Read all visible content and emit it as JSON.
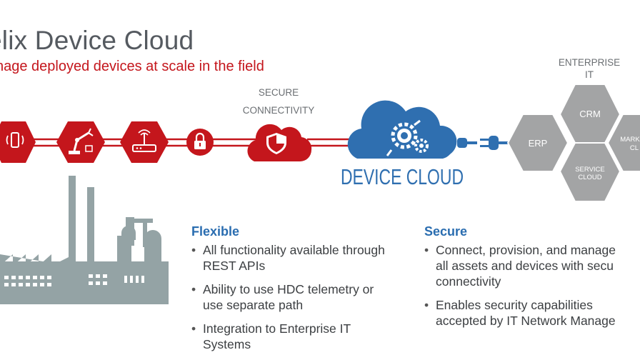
{
  "header": {
    "title": "elix Device Cloud",
    "subtitle": "nage deployed devices at scale in the field"
  },
  "diagram": {
    "secure_caption_line1": "SECURE",
    "secure_caption_line2": "CONNECTIVITY",
    "cloud_label": "DEVICE CLOUD",
    "enterprise_caption_line1": "ENTERPRISE",
    "enterprise_caption_line2": "IT",
    "hex_erp": "ERP",
    "hex_crm": "CRM",
    "hex_service_line1": "SERVICE",
    "hex_service_line2": "CLOUD",
    "hex_marketing_line1": "MARK",
    "hex_marketing_line2": "CL",
    "icons": [
      "device-icon",
      "robot-arm-icon",
      "router-icon",
      "lock-icon",
      "shield-icon",
      "gear-icon",
      "plug-icon",
      "factory-icon"
    ],
    "colors": {
      "brand_red": "#c4161c",
      "cloud_blue": "#2f6fb0",
      "hex_gray": "#a3a4a5",
      "factory_gray": "#94a3a5",
      "heading_blue": "#2a6db0"
    }
  },
  "flexible": {
    "heading": "Flexible",
    "bullets": [
      {
        "line1": "All functionality available through",
        "line2": "REST APIs"
      },
      {
        "line1": "Ability to use HDC telemetry or",
        "line2": "use separate path"
      },
      {
        "line1": "Integration to Enterprise IT",
        "line2": "Systems"
      }
    ]
  },
  "secure": {
    "heading": "Secure",
    "bullets": [
      {
        "line1": "Connect, provision, and manage",
        "line2": "all assets and devices with secu",
        "line3": "connectivity"
      },
      {
        "line1": "Enables security capabilities",
        "line2": "accepted by IT Network Manage"
      }
    ]
  }
}
